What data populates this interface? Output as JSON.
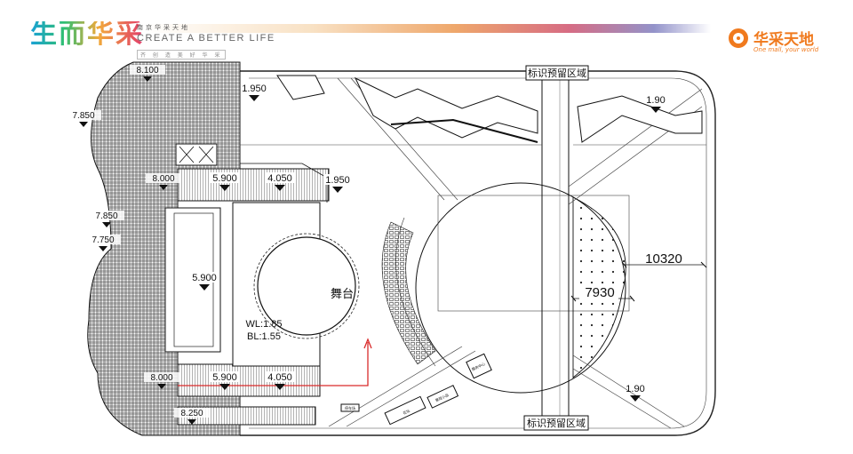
{
  "brand": {
    "title_cn": "生而华采",
    "tagline_cn": "南京华采天地",
    "tagline_en": "CREATE A BETTER LIFE",
    "tagline_small": "齐 创 造 美 好 华 采",
    "logo_cn": "华采天地",
    "logo_en": "One mall, your world"
  },
  "plan": {
    "zone_top": "标识预留区域",
    "zone_bottom": "标识预留区域",
    "stage_label": "舞台",
    "water_level": "WL:1.85",
    "bottom_level": "BL:1.55",
    "elevations": [
      "8.100",
      "7.850",
      "7.850",
      "7.750",
      "8.000",
      "8.000",
      "8.250",
      "1.950",
      "5.900",
      "4.050",
      "1.950",
      "5.900",
      "5.900",
      "4.050",
      "1.90",
      "1.90"
    ],
    "dimension_width": "10320",
    "dimension_radius": "7930",
    "small_labels": [
      "花坛",
      "景观小品",
      "服务中心",
      "停车场"
    ]
  },
  "colors": {
    "brand_orange": "#f07a1e",
    "line": "#222222",
    "route": "#d92b2b"
  }
}
